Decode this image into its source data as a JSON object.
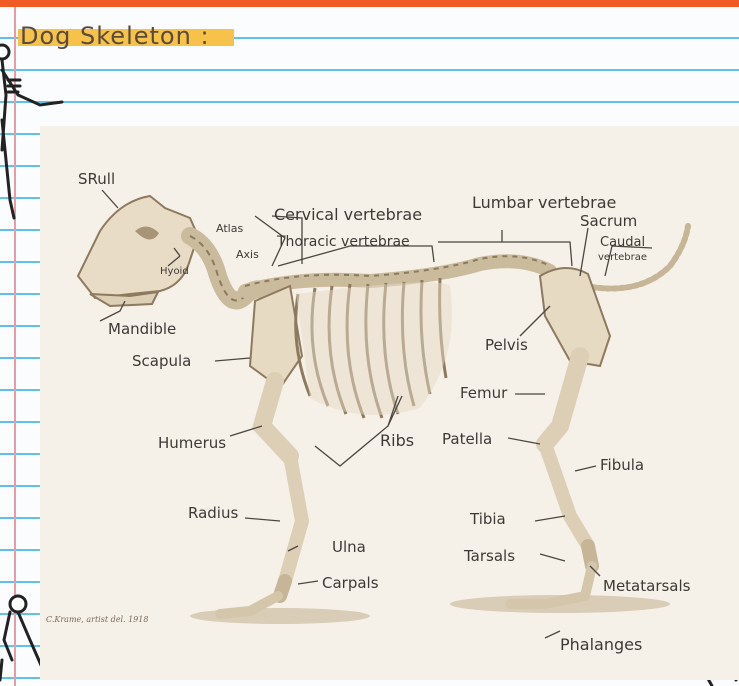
{
  "title": "Dog Skeleton :",
  "labels": {
    "skull": "SRull",
    "atlas": "Atlas",
    "axis": "Axis",
    "cervical": "Cervical vertebrae",
    "thoracic": "Thoracic vertebrae",
    "lumbar": "Lumbar vertebrae",
    "sacrum": "Sacrum",
    "caudal1": "Caudal",
    "caudal2": "vertebrae",
    "hyoid": "Hyoid",
    "mandible": "Mandible",
    "scapula": "Scapula",
    "pelvis": "Pelvis",
    "femur": "Femur",
    "humerus": "Humerus",
    "ribs": "Ribs",
    "patella": "Patella",
    "fibula": "Fibula",
    "radius": "Radius",
    "tibia": "Tibia",
    "ulna": "Ulna",
    "tarsals": "Tarsals",
    "carpals": "Carpals",
    "metatarsals": "Metatarsals",
    "phalanges": "Phalanges"
  },
  "signature": "C.Krame, artist del. 1918",
  "colors": {
    "bone": "#e8dcc6",
    "bone_shade": "#a89578",
    "paper": "#f6f1e8",
    "rule": "#5fc2e6",
    "top_bar": "#ef5a25",
    "highlight": "#f6c24a"
  }
}
